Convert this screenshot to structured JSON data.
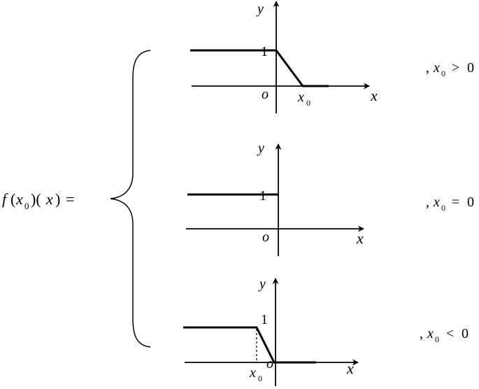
{
  "lhs": {
    "f": "f",
    "open1": "(",
    "x": "x",
    "sub": "0",
    "close1": ")(",
    "x2": "x",
    "close2": ")",
    "eq": "="
  },
  "cases": [
    {
      "y_label": "y",
      "x_label": "x",
      "origin_label": "o",
      "one_label": "1",
      "x0_label": "x",
      "x0_sub": "0",
      "condition": {
        "comma": ",",
        "x": "x",
        "sub": "0",
        "rel": ">",
        "val": "0"
      }
    },
    {
      "y_label": "y",
      "x_label": "x",
      "origin_label": "o",
      "one_label": "1",
      "condition": {
        "comma": ",",
        "x": "x",
        "sub": "0",
        "rel": "=",
        "val": "0"
      }
    },
    {
      "y_label": "y",
      "x_label": "x",
      "origin_label": "o",
      "one_label": "1",
      "x0_label": "x",
      "x0_sub": "0",
      "condition": {
        "comma": ",",
        "x": "x",
        "sub": "0",
        "rel": "<",
        "val": "0"
      }
    }
  ]
}
